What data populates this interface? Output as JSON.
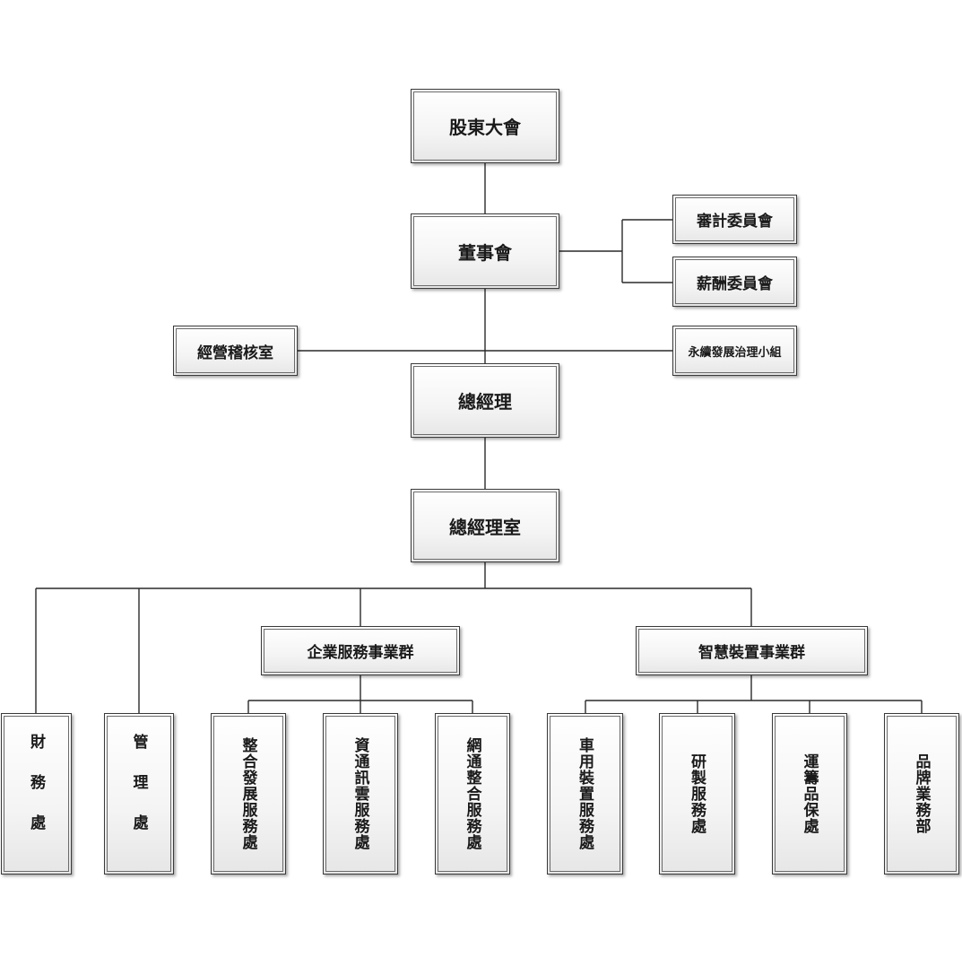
{
  "org_chart": {
    "shareholders": "股東大會",
    "board": "董事會",
    "audit_committee": "審計委員會",
    "compensation_committee": "薪酬委員會",
    "internal_audit": "經營稽核室",
    "sustainability_group": "永續發展治理小組",
    "president": "總經理",
    "president_office": "總經理室",
    "enterprise_group": "企業服務事業群",
    "smart_device_group": "智慧裝置事業群",
    "finance": "財務處",
    "management": "管理處",
    "integration_dev": "整合發展服務處",
    "ict_cloud": "資通訊雲服務處",
    "network_integration": "網通整合服務處",
    "vehicle_device": "車用裝置服務處",
    "rd": "研製服務處",
    "logistics_qa": "運籌品保處",
    "brand_business": "品牌業務部"
  }
}
